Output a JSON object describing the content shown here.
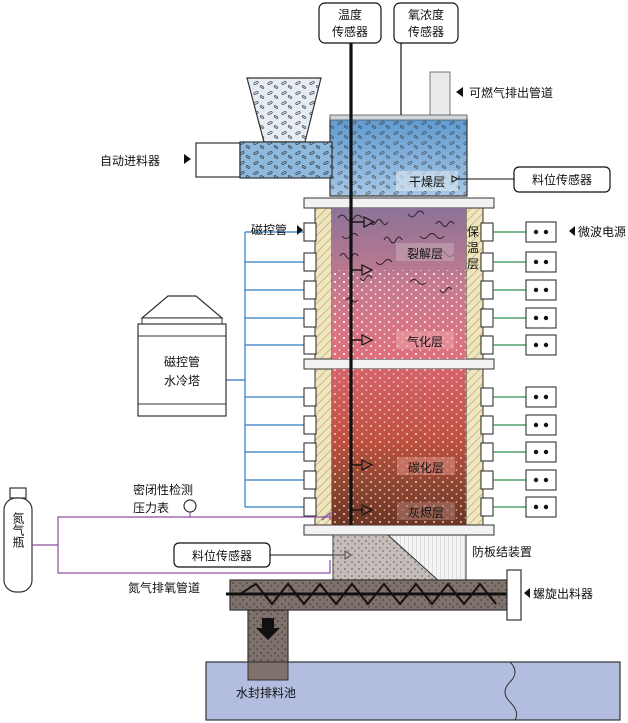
{
  "labels": {
    "temp_sensor_1": "温度",
    "temp_sensor_2": "传感器",
    "oxygen_sensor_1": "氧浓度",
    "oxygen_sensor_2": "传感器",
    "gas_outlet": "可燃气排出管道",
    "auto_feeder": "自动进料器",
    "level_sensor_top": "料位传感器",
    "drying_layer": "干燥层",
    "magnetron_tube": "磁控管",
    "insulation_1": "保",
    "insulation_2": "温",
    "insulation_3": "层",
    "microwave_power": "微波电源",
    "cracking_layer": "裂解层",
    "gasification_layer": "气化层",
    "cooling_tower_1": "磁控管",
    "cooling_tower_2": "水冷塔",
    "carbonization_layer": "碳化层",
    "ash_layer": "灰烬层",
    "seal_test_1": "密闭性检测",
    "seal_test_2": "压力表",
    "nitrogen_bottle": "氮气瓶",
    "level_sensor_bottom": "料位传感器",
    "anti_bridging": "防板结装置",
    "nitrogen_pipe": "氮气排氧管道",
    "screw_discharger": "螺旋出料器",
    "water_seal_pool": "水封排料池"
  },
  "colors": {
    "drying": "#6ea7d8",
    "cracking": "#9a7b97",
    "gasification": "#d86e7a",
    "carbonization": "#c24b3c",
    "ash": "#7a3a28",
    "insulation": "#e8deb0",
    "water": "#b3bde0",
    "screw": "#7f716b",
    "wire_blue": "#2e7cc4",
    "wire_green": "#2e8f4e",
    "wire_purple": "#8a4f9c"
  }
}
